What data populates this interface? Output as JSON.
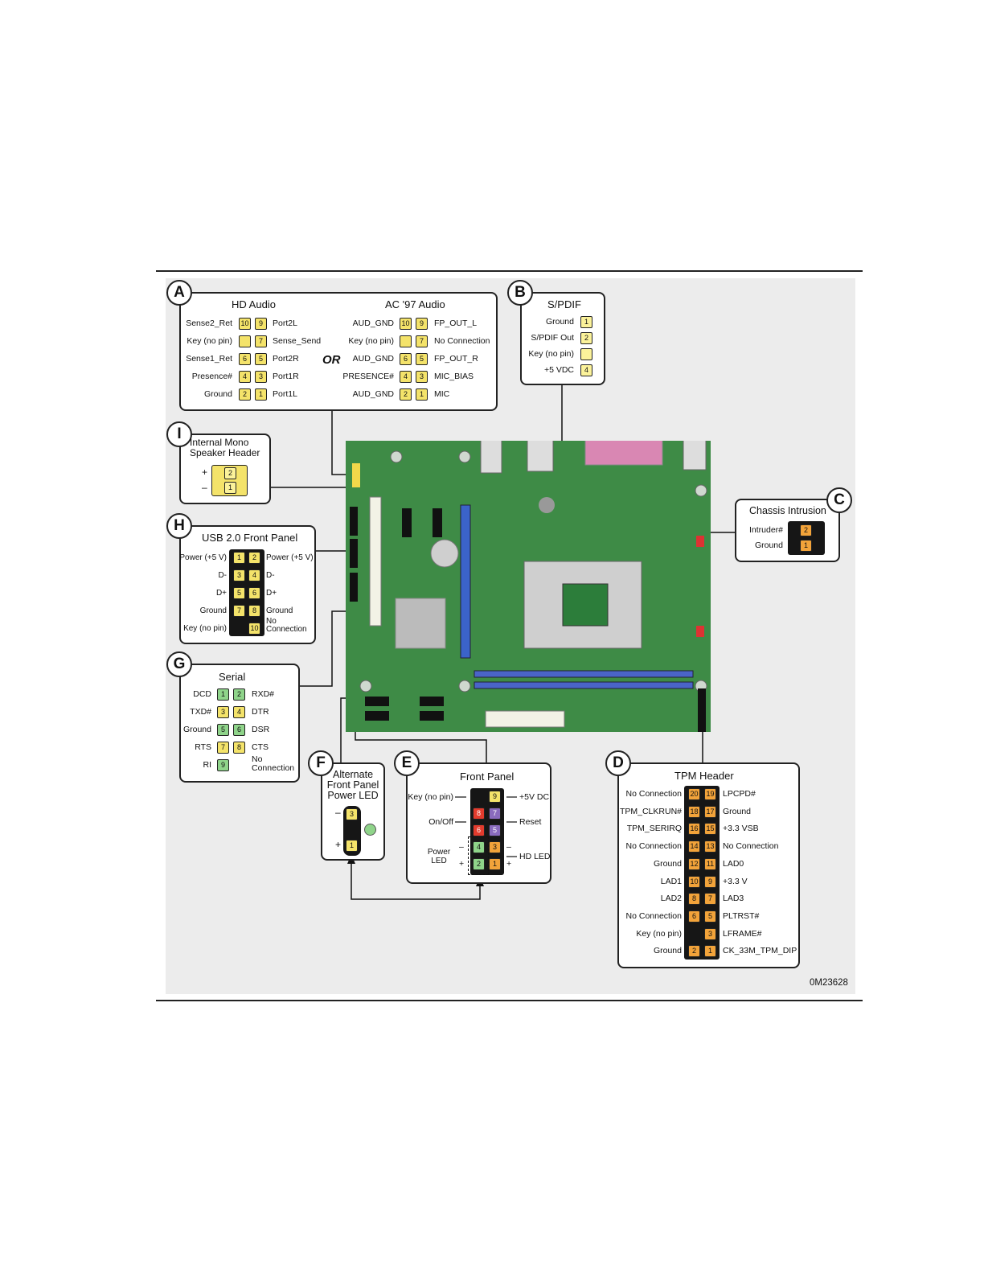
{
  "figure_id": "0M23628",
  "or_label": "OR",
  "footnote_link": "",
  "sections": {
    "A": {
      "letter": "A",
      "hd_title": "HD Audio",
      "ac_title": "AC '97 Audio",
      "hd_left": [
        "Sense2_Ret",
        "Key (no pin)",
        "Sense1_Ret",
        "Presence#",
        "Ground"
      ],
      "hd_right": [
        "Port2L",
        "Sense_Send",
        "Port2R",
        "Port1R",
        "Port1L"
      ],
      "ac_left": [
        "AUD_GND",
        "Key (no pin)",
        "AUD_GND",
        "PRESENCE#",
        "AUD_GND"
      ],
      "ac_right": [
        "FP_OUT_L",
        "No Connection",
        "FP_OUT_R",
        "MIC_BIAS",
        "MIC"
      ],
      "pins_even": [
        "10",
        "",
        "6",
        "4",
        "2"
      ],
      "pins_odd": [
        "9",
        "7",
        "5",
        "3",
        "1"
      ]
    },
    "B": {
      "letter": "B",
      "title": "S/PDIF",
      "labels": [
        "Ground",
        "S/PDIF Out",
        "Key (no pin)",
        "+5 VDC"
      ],
      "pins": [
        "1",
        "2",
        "",
        "4"
      ]
    },
    "C": {
      "letter": "C",
      "title": "Chassis Intrusion",
      "labels": [
        "Intruder#",
        "Ground"
      ],
      "pins": [
        "2",
        "1"
      ]
    },
    "D": {
      "letter": "D",
      "title": "TPM Header",
      "left": [
        "No Connection",
        "TPM_CLKRUN#",
        "TPM_SERIRQ",
        "No Connection",
        "Ground",
        "LAD1",
        "LAD2",
        "No Connection",
        "Key (no pin)",
        "Ground"
      ],
      "right": [
        "LPCPD#",
        "Ground",
        "+3.3 VSB",
        "No Connection",
        "LAD0",
        "+3.3 V",
        "LAD3",
        "PLTRST#",
        "LFRAME#",
        "CK_33M_TPM_DIP"
      ],
      "pins_even": [
        "20",
        "18",
        "16",
        "14",
        "12",
        "10",
        "8",
        "6",
        "",
        "2"
      ],
      "pins_odd": [
        "19",
        "17",
        "15",
        "13",
        "11",
        "9",
        "7",
        "5",
        "3",
        "1"
      ]
    },
    "E": {
      "letter": "E",
      "title": "Front Panel",
      "key_label": "Key (no pin)",
      "onoff_label": "On/Off",
      "power_led_label": "Power LED",
      "plus5_label": "+5V DC",
      "reset_label": "Reset",
      "hdled_label": "HD LED",
      "minus": "–",
      "plus": "+",
      "pins_left": [
        "",
        "8",
        "6",
        "4",
        "2"
      ],
      "pins_right": [
        "9",
        "7",
        "5",
        "3",
        "1"
      ]
    },
    "F": {
      "letter": "F",
      "title": "Alternate Front Panel Power LED",
      "minus": "–",
      "plus": "+",
      "pins": [
        "3",
        "1"
      ]
    },
    "G": {
      "letter": "G",
      "title": "Serial",
      "left": [
        "DCD",
        "TXD#",
        "Ground",
        "RTS",
        "RI"
      ],
      "right": [
        "RXD#",
        "DTR",
        "DSR",
        "CTS",
        "No Connection"
      ],
      "pins_odd": [
        "1",
        "3",
        "5",
        "7",
        "9"
      ],
      "pins_even": [
        "2",
        "4",
        "6",
        "8",
        ""
      ]
    },
    "H": {
      "letter": "H",
      "title": "USB 2.0 Front Panel",
      "left": [
        "Power (+5 V)",
        "D-",
        "D+",
        "Ground",
        "Key (no pin)"
      ],
      "right": [
        "Power (+5 V)",
        "D-",
        "D+",
        "Ground",
        "No Connection"
      ],
      "pins_odd": [
        "1",
        "3",
        "5",
        "7",
        ""
      ],
      "pins_even": [
        "2",
        "4",
        "6",
        "8",
        "10"
      ]
    },
    "I": {
      "letter": "I",
      "title": "Internal Mono Speaker Header",
      "plus": "+",
      "minus": "–",
      "pins": [
        "2",
        "1"
      ]
    }
  },
  "colors": {
    "pcb": "#3e8b46",
    "pin_yellow": "#f4e36a",
    "pin_green": "#8fd48a",
    "pin_orange": "#f2a33a",
    "pin_red": "#e23b2d",
    "pin_purple": "#8a6bbd",
    "ram_blue": "#4a64c8"
  }
}
